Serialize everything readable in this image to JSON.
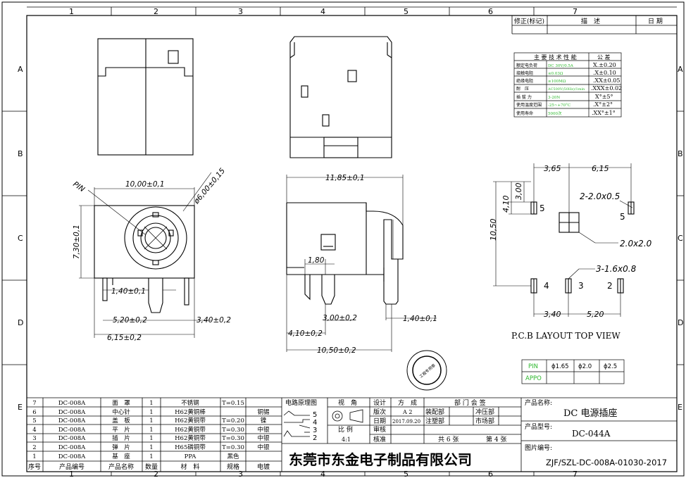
{
  "grid": {
    "cols": [
      "1",
      "2",
      "3",
      "4",
      "5",
      "6",
      "7"
    ],
    "rows": [
      "A",
      "B",
      "C",
      "D",
      "E"
    ]
  },
  "revision_table": {
    "headers": [
      "修正(标记)",
      "描　述",
      "日 期"
    ]
  },
  "specs": {
    "title": "主 要 技 术 性 能",
    "tol_title": "公 差",
    "rows": [
      {
        "label": "额定电负荷",
        "value": "DC 30V/0.5A",
        "tol": "X.±0.20"
      },
      {
        "label": "接触电阻",
        "value": "≤0.03Ω",
        "tol": ".X±0.10"
      },
      {
        "label": "绝缘电阻",
        "value": "≥100MΩ",
        "tol": ".XX±0.05"
      },
      {
        "label": "耐　压",
        "value": "AC500V(50Hz)/1min",
        "tol": ".XXX±0.02"
      },
      {
        "label": "插 拔 力",
        "value": "3-20N",
        "tol": "X°±5°"
      },
      {
        "label": "使用温度范围",
        "value": "-25~+70°C",
        "tol": ".X°±2°"
      },
      {
        "label": "使用寿命",
        "value": "5000次",
        "tol": ".XX°±1°"
      }
    ]
  },
  "dimensions": {
    "front_width": "10,00±0,1",
    "front_diameter": "ø6,00±0,15",
    "pin_label": "PIN",
    "front_height": "7,30±0,1",
    "pin_spacing_1": "1,40±0,1",
    "pin_spacing_2": "5,20±0,2",
    "pin_spacing_3": "3,40±0,2",
    "total_width": "6,15±0,2",
    "side_width": "11,85±0,1",
    "side_pin_w": "1,80",
    "side_pin_a": "3,00±0,2",
    "side_pin_b": "1,40±0,1",
    "side_a": "4,10±0,2",
    "side_total": "10,50±0,2"
  },
  "pcb": {
    "dim_365": "3,65",
    "dim_615": "6,15",
    "dim_410": "4,10",
    "dim_300": "3,00",
    "dim_1050": "10,50",
    "pad_label_5a": "5",
    "pad_label_5b": "5",
    "slot_a": "2-2.0x0.5",
    "slot_b": "2.0x2.0",
    "slot_c": "3-1.6x0.8",
    "pad_label_4": "4",
    "pad_label_3": "3",
    "pad_label_2": "2",
    "dim_340": "3,40",
    "dim_520": "5,20",
    "title": "P.C.B LAYOUT TOP VIEW"
  },
  "pin_table": {
    "headers": [
      "PIN",
      "ϕ1.65",
      "ϕ2.0",
      "ϕ2.5"
    ],
    "row_label": "APPO"
  },
  "stamp": {
    "text": "工程专用章"
  },
  "bom": {
    "rows": [
      {
        "no": "7",
        "code": "DC-008A",
        "name": "面　罩",
        "qty": "1",
        "material": "不锈钢",
        "spec": "T=0.15",
        "plating": ""
      },
      {
        "no": "6",
        "code": "DC-008A",
        "name": "中心针",
        "qty": "1",
        "material": "H62黄铜棒",
        "spec": "",
        "plating": "铜锡"
      },
      {
        "no": "5",
        "code": "DC-008A",
        "name": "盖　板",
        "qty": "1",
        "material": "H62黄铜带",
        "spec": "T=0.20",
        "plating": "镍"
      },
      {
        "no": "4",
        "code": "DC-008A",
        "name": "平　片",
        "qty": "1",
        "material": "H62黄铜带",
        "spec": "T=0.30",
        "plating": "中银"
      },
      {
        "no": "3",
        "code": "DC-008A",
        "name": "插　片",
        "qty": "1",
        "material": "H62黄铜带",
        "spec": "T=0.30",
        "plating": "中银"
      },
      {
        "no": "2",
        "code": "DC-008A",
        "name": "弹　片",
        "qty": "1",
        "material": "H65磷铜带",
        "spec": "T=0.30",
        "plating": "中银"
      },
      {
        "no": "1",
        "code": "DC-008A",
        "name": "基　座",
        "qty": "1",
        "material": "PPA",
        "spec": "黑色",
        "plating": ""
      }
    ],
    "headers": [
      "序号",
      "产品编号",
      "产品名称",
      "数量",
      "材　料",
      "规格",
      "电镀"
    ]
  },
  "title_block": {
    "circuit_label": "电路原理图",
    "view_label": "视　角",
    "design": "设计",
    "method": "方　成",
    "dept_sign": "部 门 会 签",
    "version_label": "版次",
    "version": "A 2",
    "assembly": "装配部",
    "stamping": "冲压部",
    "date_label": "日期",
    "date": "2017.09.20",
    "injection": "注塑部",
    "market": "市场部",
    "scale_label": "比 例",
    "review": "审核",
    "scale": "4:1",
    "approve": "核准",
    "total_sheets": "共 6 张",
    "sheet_no": "第 4 张",
    "circuit_pins": [
      "5",
      "4",
      "3",
      "2"
    ],
    "company": "东莞市东金电子制品有限公司",
    "product_name_label": "产品名称:",
    "product_name": "DC 电源插座",
    "product_model_label": "产品型号:",
    "product_model": "DC-044A",
    "drawing_no_label": "图片编号:",
    "drawing_no": "ZJF/SZL-DC-008A-01030-2017"
  }
}
